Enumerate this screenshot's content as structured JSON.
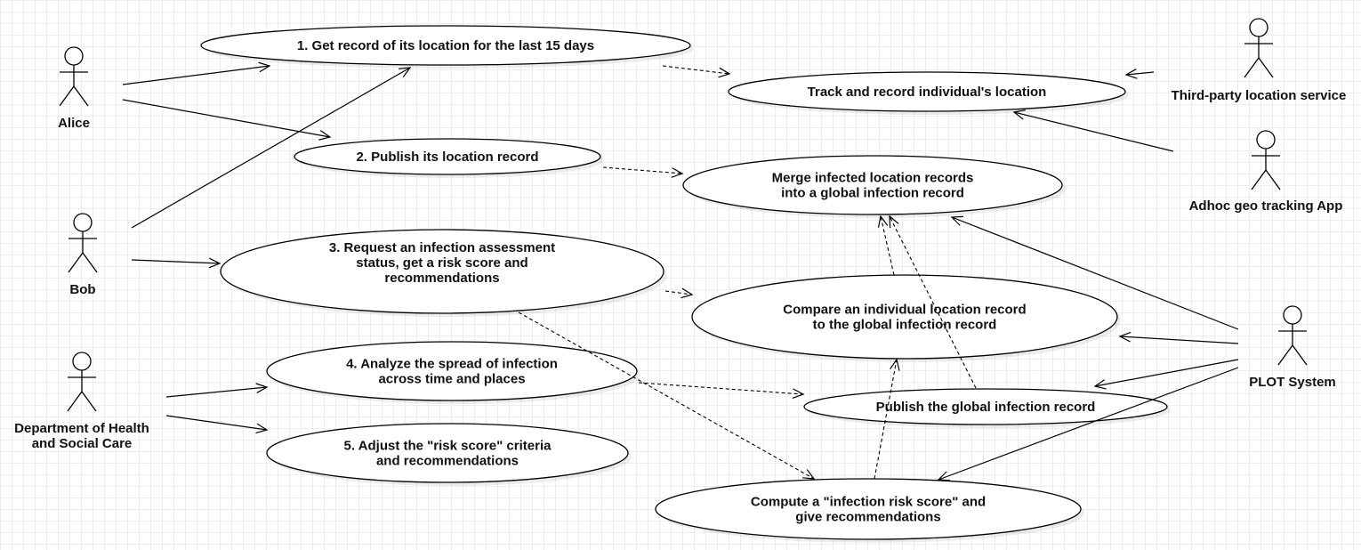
{
  "actors": {
    "alice": "Alice",
    "bob": "Bob",
    "dhsc": [
      "Department of Health",
      "and Social Care"
    ],
    "third_party": "Third-party location service",
    "adhoc": "Adhoc geo tracking App",
    "plot": "PLOT System"
  },
  "use_cases": {
    "uc1": [
      "1. Get record of its location for the last 15 days"
    ],
    "uc2": [
      "2. Publish its location record"
    ],
    "uc3": [
      "3. Request an infection assessment",
      "status, get a risk score and",
      "recommendations"
    ],
    "uc4": [
      "4. Analyze the spread of infection",
      "across time and places"
    ],
    "uc5": [
      "5. Adjust the \"risk score\" criteria",
      "and recommendations"
    ],
    "track": [
      "Track and record individual's location"
    ],
    "merge": [
      "Merge infected location records",
      "into a global infection record"
    ],
    "compare": [
      "Compare an individual location record",
      "to the global infection record"
    ],
    "publish_global": [
      "Publish the global infection record"
    ],
    "compute": [
      "Compute a \"infection risk score\" and",
      "give recommendations"
    ]
  },
  "colors": {
    "line": "#000000",
    "fill": "#ffffff",
    "grid": "#eeeeee",
    "text": "#111111"
  }
}
